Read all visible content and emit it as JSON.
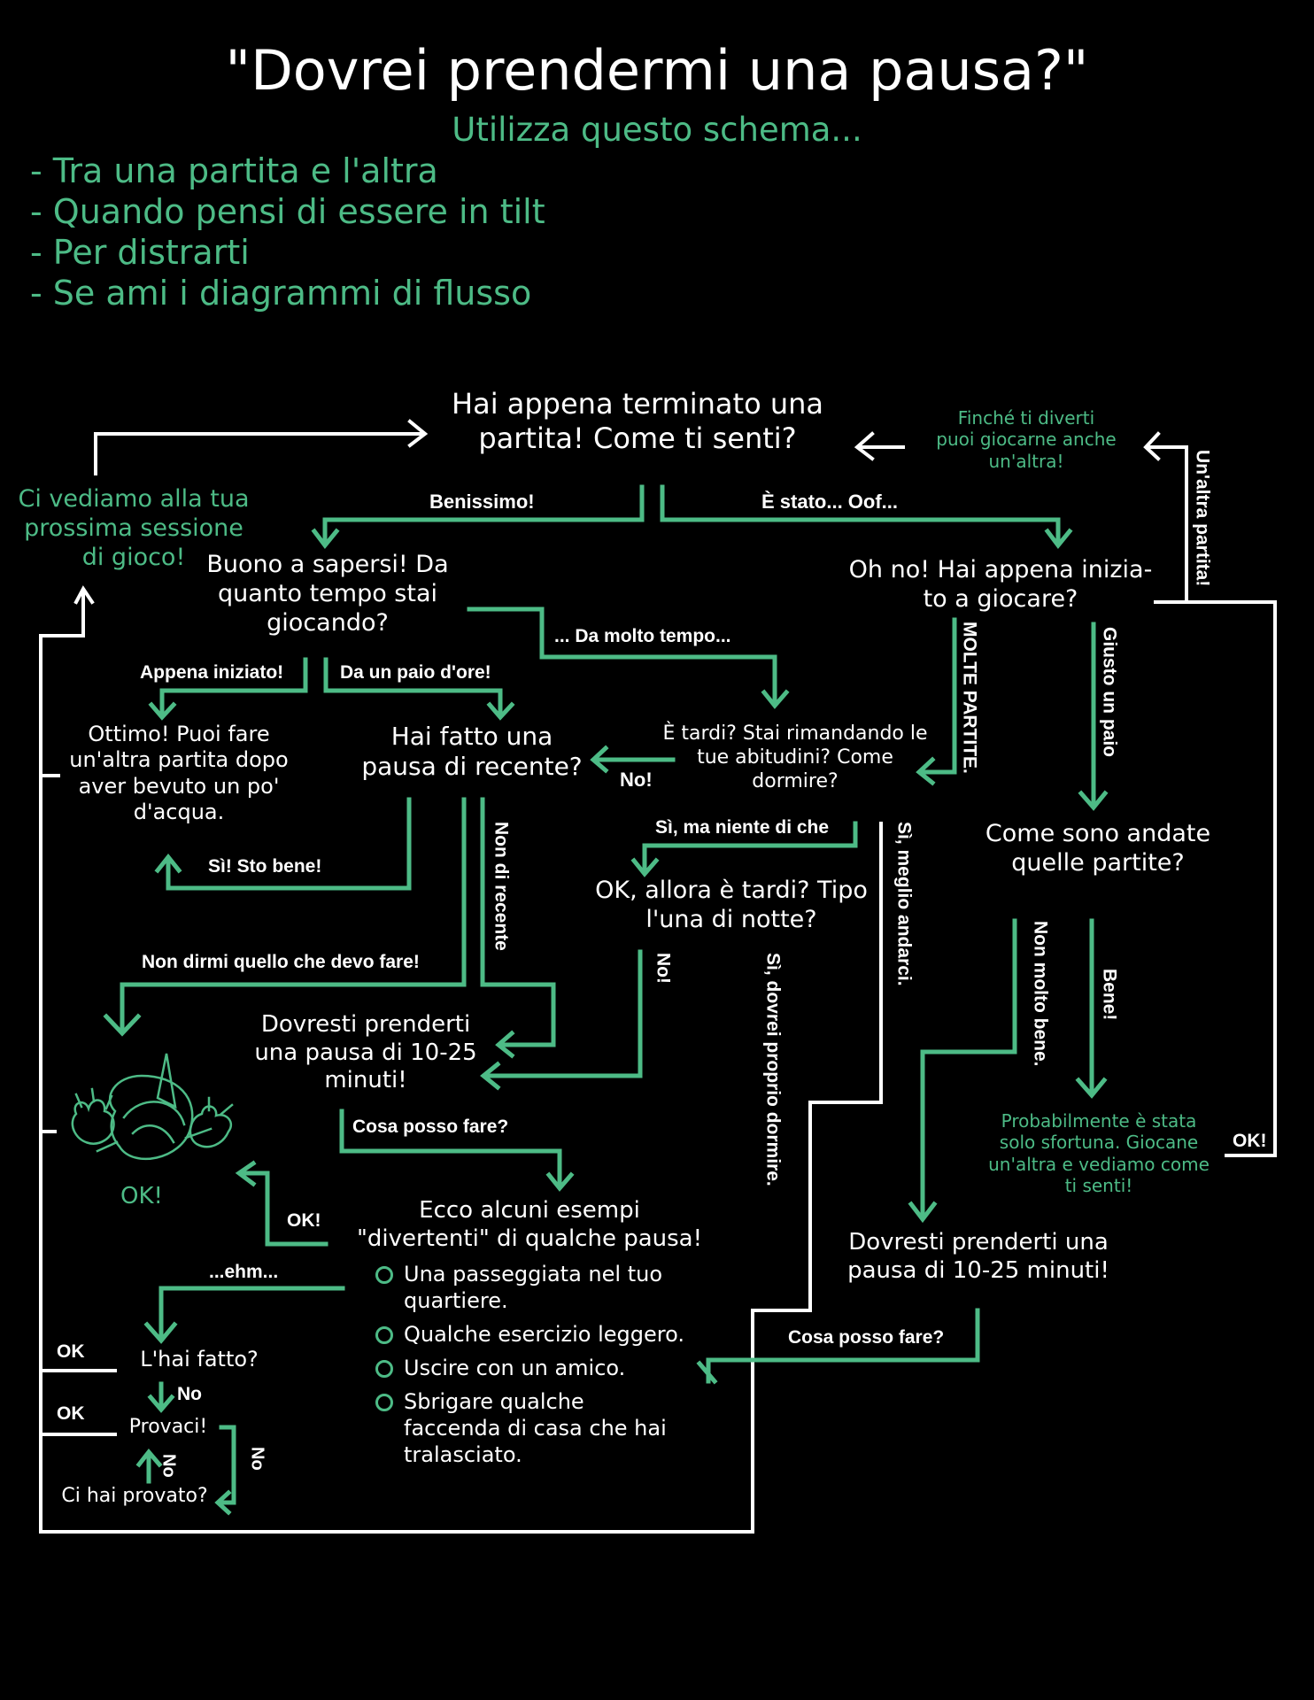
{
  "title": "\"Dovrei prendermi una pausa?\"",
  "subtitle": "Utilizza questo schema...",
  "uses": [
    "- Tra una partita e l'altra",
    "- Quando pensi di essere in tilt",
    "- Per distrarti",
    "- Se ami i diagrammi di flusso"
  ],
  "nodes": {
    "start": "Hai appena terminato una\npartita! Come ti senti?",
    "keep_playing": "Finché ti diverti\npuoi giocarne anche\nun'altra!",
    "see_you": "Ci vediamo alla tua\nprossima sessione\ndi gioco!",
    "good_how_long": "Buono a sapersi! Da\nquanto tempo stai\ngiocando?",
    "oh_no": "Oh no! Hai appena inizia-\nto a giocare?",
    "great_water": "Ottimo! Puoi fare\nun'altra partita dopo\naver bevuto un po'\nd'acqua.",
    "break_recently": "Hai fatto una\npausa di recente?",
    "late": "È tardi? Stai rimandando le\ntue abitudini? Come\ndormire?",
    "how_went": "Come sono andate\nquelle partite?",
    "one_am": "OK, allora è tardi? Tipo\nl'una di notte?",
    "break_10_25_a": "Dovresti prenderti\nuna pausa di 10-25\nminuti!",
    "bad_luck": "Probabilmente è stata\nsolo sfortuna. Giocane\nun'altra e vediamo come\nti senti!",
    "ok_mascot": "OK!",
    "examples_title": "Ecco alcuni esempi\n\"divertenti\" di qualche pausa!",
    "break_10_25_b": "Dovresti prenderti una\npausa di 10-25 minuti!",
    "did_it": "L'hai fatto?",
    "try_it": "Provaci!",
    "tried": "Ci hai provato?"
  },
  "examples": [
    "Una passeggiata nel tuo\nquartiere.",
    "Qualche esercizio leggero.",
    "Uscire con un amico.",
    "Sbrigare qualche\nfaccenda di casa che hai\ntralasciato."
  ],
  "labels": {
    "benissimo": "Benissimo!",
    "oof": "È stato... Oof...",
    "another": "Un'altra partita!",
    "da_molto": "... Da molto tempo...",
    "appena": "Appena iniziato!",
    "paio_ore": "Da un paio d'ore!",
    "molte": "MOLTE PARTITE.",
    "giusto": "Giusto un paio",
    "no1": "No!",
    "si_niente": "Sì, ma niente di che",
    "si_sto_bene": "Sì! Sto bene!",
    "non_recente": "Non di recente",
    "si_meglio": "Sì, meglio andarci.",
    "non_dirmi": "Non dirmi quello che devo fare!",
    "no2": "No!",
    "si_dovrei": "Sì, dovrei proprio dormire.",
    "non_molto": "Non molto bene.",
    "bene": "Bene!",
    "cosa1": "Cosa posso fare?",
    "ok_big": "OK!",
    "ok_small": "OK!",
    "ehm": "...ehm...",
    "cosa2": "Cosa posso fare?",
    "ok1": "OK",
    "no3": "No",
    "ok2": "OK",
    "no4": "No",
    "no5": "No"
  },
  "colors": {
    "background": "#000000",
    "accent": "#4dbb86",
    "text": "#ffffff"
  }
}
